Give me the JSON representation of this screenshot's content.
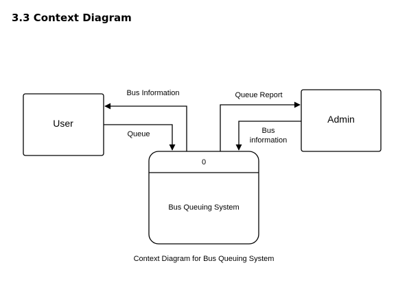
{
  "heading": "3.3  Context Diagram",
  "entities": {
    "user": "User",
    "admin": "Admin"
  },
  "process": {
    "number": "0",
    "name": "Bus Queuing System"
  },
  "flows": {
    "bus_information": "Bus Information",
    "queue": "Queue",
    "queue_report": "Queue Report",
    "bus_info_line1": "Bus",
    "bus_info_line2": "information"
  },
  "caption": "Context Diagram for Bus Queuing System"
}
